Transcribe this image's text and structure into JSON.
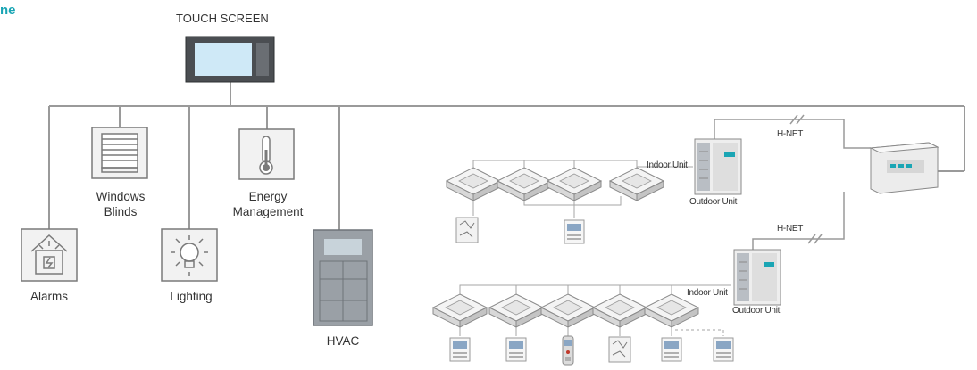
{
  "header": {
    "partial_title": "ne",
    "title_color": "#1aa5b4"
  },
  "top": {
    "touch_screen_label": "TOUCH SCREEN"
  },
  "subsystems": {
    "alarms": "Alarms",
    "windows_blinds_1": "Windows",
    "windows_blinds_2": "Blinds",
    "lighting": "Lighting",
    "energy_1": "Energy",
    "energy_2": "Management",
    "hvac": "HVAC"
  },
  "network": {
    "hnet_top": "H-NET",
    "hnet_bottom": "H-NET",
    "indoor_unit_top": "Indoor Unit",
    "outdoor_unit_top": "Outdoor Unit",
    "indoor_unit_bottom": "Indoor Unit",
    "outdoor_unit_bottom": "Outdoor Unit"
  },
  "colors": {
    "line": "#9a9a9a",
    "icon": "#7a7a7a",
    "screen": "#cfe9f7",
    "panel": "#9aa0a6"
  }
}
